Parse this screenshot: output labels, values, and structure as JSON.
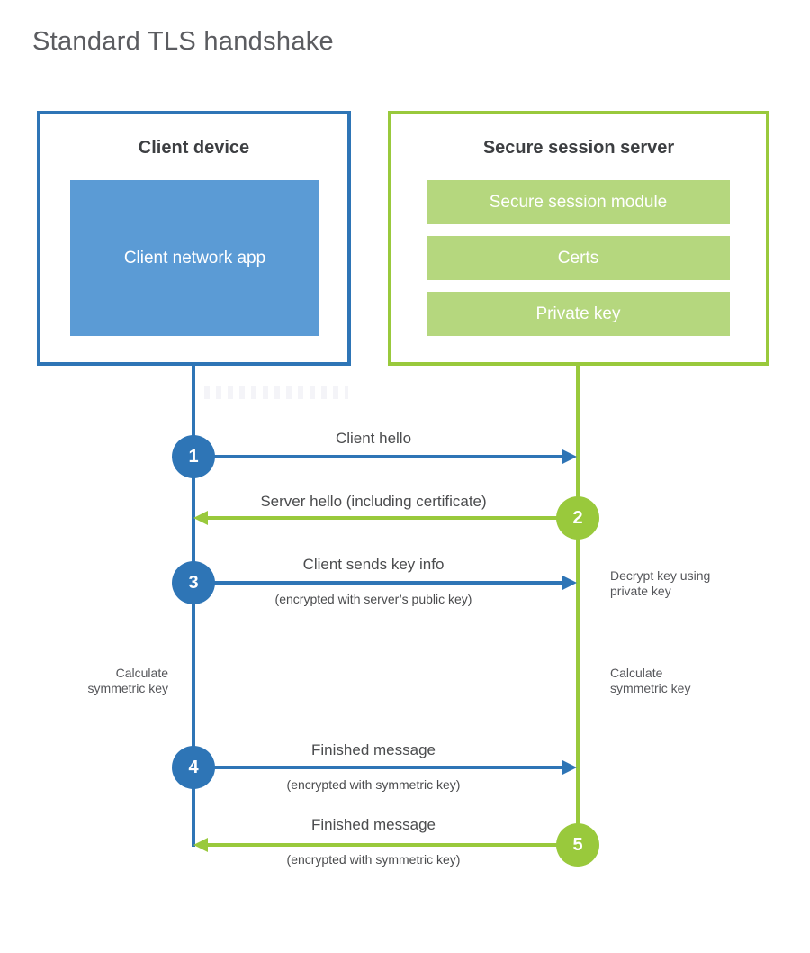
{
  "page": {
    "title": "Standard TLS handshake"
  },
  "colors": {
    "client_accent": "#2e75b6",
    "client_fill": "#5b9bd5",
    "server_accent": "#99c93c",
    "server_fill": "#b5d77e",
    "text_dark": "#3d3f42",
    "text_label": "#4b4c4e"
  },
  "client": {
    "heading": "Client device",
    "app_label": "Client network app"
  },
  "server": {
    "heading": "Secure session server",
    "modules": [
      "Secure session module",
      "Certs",
      "Private key"
    ]
  },
  "messages": [
    {
      "num": "1",
      "from": "client",
      "label": "Client hello",
      "sub": ""
    },
    {
      "num": "2",
      "from": "server",
      "label": "Server hello (including certificate)",
      "sub": ""
    },
    {
      "num": "3",
      "from": "client",
      "label": "Client sends key info",
      "sub": "(encrypted with server’s public key)"
    },
    {
      "num": "4",
      "from": "client",
      "label": "Finished message",
      "sub": "(encrypted with symmetric key)"
    },
    {
      "num": "5",
      "from": "server",
      "label": "Finished message",
      "sub": "(encrypted with symmetric key)"
    }
  ],
  "notes": {
    "decrypt": {
      "line1": "Decrypt key using",
      "line2": "private key"
    },
    "calc_left": {
      "line1": "Calculate",
      "line2": "symmetric key"
    },
    "calc_right": {
      "line1": "Calculate",
      "line2": "symmetric key"
    }
  }
}
